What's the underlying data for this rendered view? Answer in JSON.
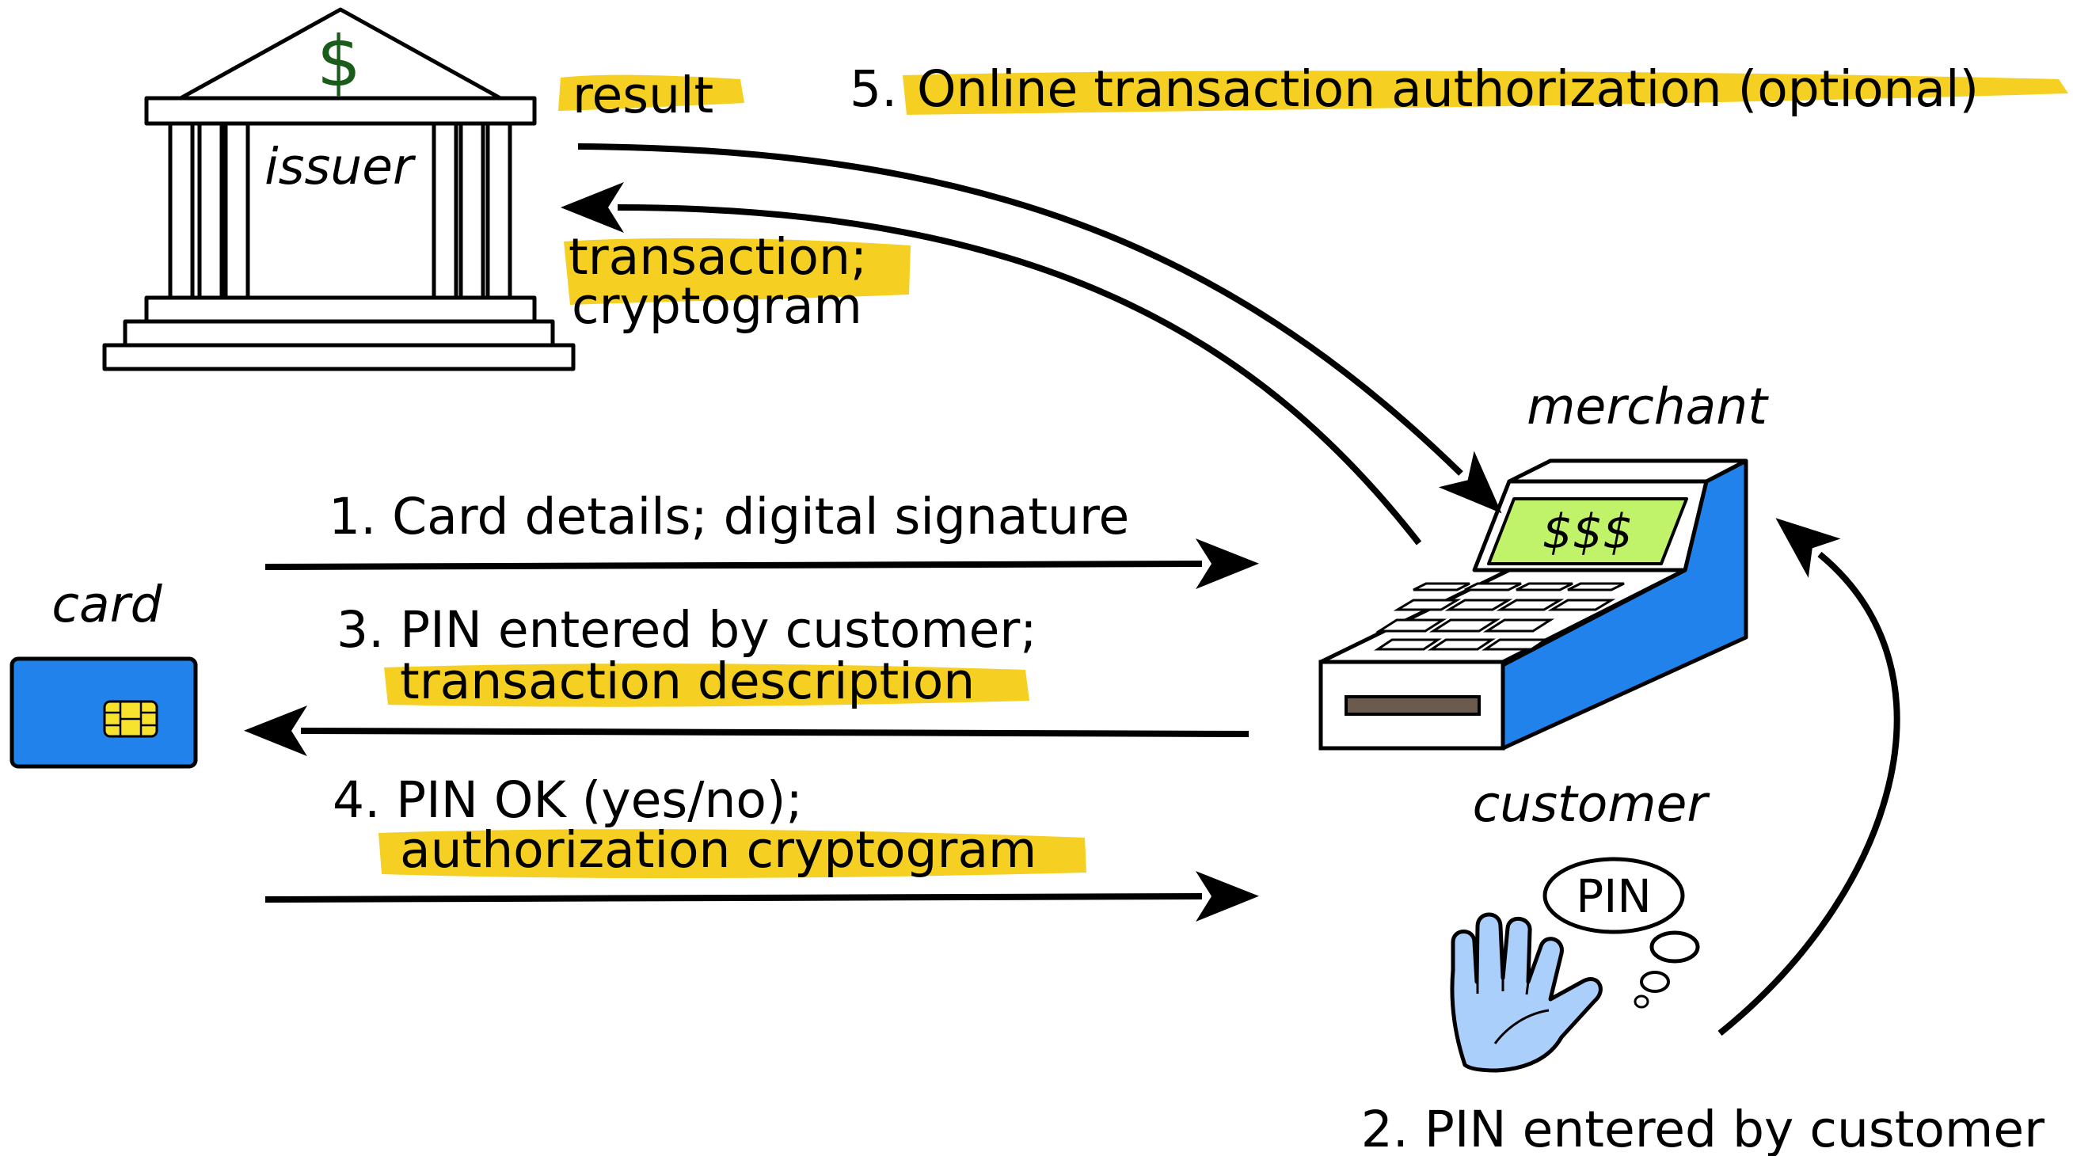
{
  "labels": {
    "issuer": "issuer",
    "dollar": "$",
    "merchant": "merchant",
    "card": "card",
    "customer": "customer",
    "screen": "$$$",
    "pin_bubble": "PIN",
    "result": "result",
    "step5_number": "5.",
    "step5_text": "Online transaction authorization (optional)",
    "transaction_line1": "transaction;",
    "transaction_line2": "cryptogram",
    "step1": "1. Card details; digital signature",
    "step3_line1": "3. PIN entered by customer;",
    "step3_line2": "transaction description",
    "step4_line1": "4. PIN OK (yes/no);",
    "step4_line2": "authorization cryptogram",
    "step2": "2. PIN entered by customer"
  },
  "colors": {
    "highlight": "#f5cf22",
    "dollar_green": "#1a5c1a",
    "card_blue": "#2182eb",
    "chip_yellow": "#f7e32e",
    "terminal_side_blue": "#2182eb",
    "screen_green": "#c0f26a",
    "hand_blue": "#a9cffa",
    "card_slot": "#6b5a4e"
  },
  "icons": {
    "issuer": "bank-building-icon",
    "merchant": "payment-terminal-icon",
    "card": "chip-card-icon",
    "customer": "hand-icon",
    "thought": "thought-bubble-icon"
  }
}
